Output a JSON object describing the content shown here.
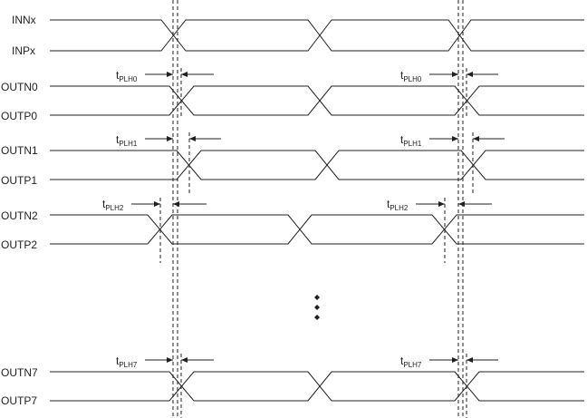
{
  "diagram": {
    "signals": {
      "inn": "INNx",
      "inp": "INPx",
      "outn0": "OUTN0",
      "outp0": "OUTP0",
      "outn1": "OUTN1",
      "outp1": "OUTP1",
      "outn2": "OUTN2",
      "outp2": "OUTP2",
      "outn7": "OUTN7",
      "outp7": "OUTP7"
    },
    "delays": {
      "t": "t",
      "plh0": "PLH0",
      "plh1": "PLH1",
      "plh2": "PLH2",
      "plh7": "PLH7"
    },
    "continuation": "vertical-ellipsis"
  }
}
